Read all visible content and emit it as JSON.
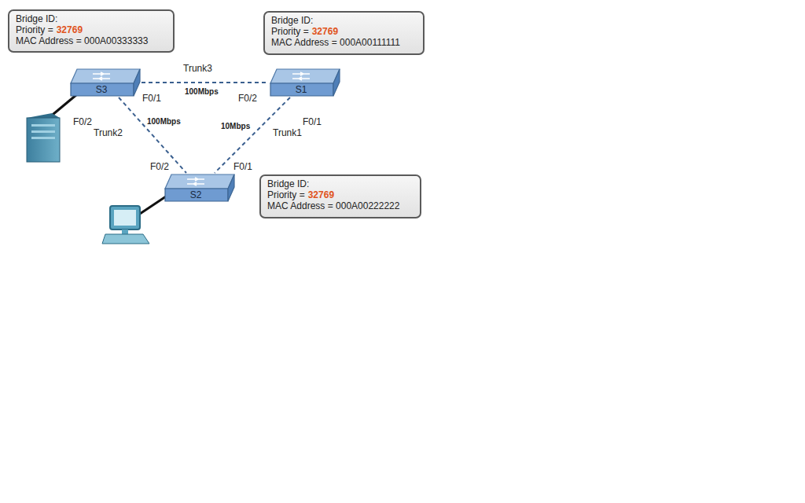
{
  "diagram": {
    "nodes": [
      {
        "text": [
          "Bridge ID:",
          "Priority =",
          "32769",
          "MAC Address = 000A00333333"
        ]
      },
      {
        "text": [
          "Bridge ID:",
          "Priority =",
          "32769",
          "MAC Address = 000A00111111"
        ]
      },
      {
        "text": [
          "S3"
        ]
      },
      {
        "text": [
          "S1"
        ]
      },
      {
        "text": [
          "S2"
        ]
      },
      {
        "text": [
          "Bridge ID:",
          "Priority =",
          "32769",
          "MAC Address = 000A00222222"
        ]
      }
    ],
    "edges": [
      {
        "from": 2,
        "to": 3,
        "arrow": "none",
        "label": "Trunk3"
      },
      {
        "from": 2,
        "to": 4,
        "arrow": "none",
        "label": "Trunk2"
      },
      {
        "from": 3,
        "to": 4,
        "arrow": "none",
        "label": "Trunk1"
      }
    ],
    "labels": [
      "F0/2",
      "F0/1",
      "100Mbps",
      "F0/2",
      "F0/1",
      "100Mbps",
      "10Mbps",
      "F0/2",
      "F0/1"
    ]
  }
}
